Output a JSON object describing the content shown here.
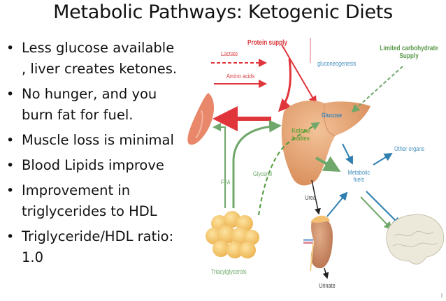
{
  "slide": {
    "title": "Metabolic Pathways: Ketogenic Diets",
    "bullets": [
      {
        "text": "Less glucose available , liver creates ketones."
      },
      {
        "text": "No hunger, and you burn fat for fuel."
      },
      {
        "text": "Muscle loss is minimal"
      },
      {
        "text": "Blood Lipids improve"
      },
      {
        "text": "Improvement in triglycerides to HDL"
      },
      {
        "text": "Triglyceride/HDL ratio: 1.0"
      }
    ],
    "bullet_glyph": "•"
  },
  "diagram": {
    "labels": {
      "protein_supply": "Protein supply",
      "lactate": "Lactate",
      "amino_acids": "Amino acids",
      "gluconeogenesis": "gluconeogenesis",
      "limited_carb_line1": "Limited carbohydrate",
      "limited_carb_line2": "Supply",
      "glucose": "Glucose",
      "ketone_line1": "Ketone",
      "ketone_line2": "bodies",
      "ffa": "FFA",
      "glycerol": "Glycerol",
      "urea": "Urea",
      "metabolic_line1": "Metabolic",
      "metabolic_line2": "fuels",
      "other_organs": "Other organs",
      "triacylglycerols": "Triacylglycerols",
      "urinate": "Urinate"
    },
    "colors": {
      "red": "#e0353a",
      "green": "#6fa86a",
      "blue": "#2f7fb0",
      "liver": "#e3a374",
      "fat": "#f4c56a",
      "kidney": "#c98a64",
      "brain": "#e8e4d6",
      "muscle": "#e8876a"
    }
  }
}
